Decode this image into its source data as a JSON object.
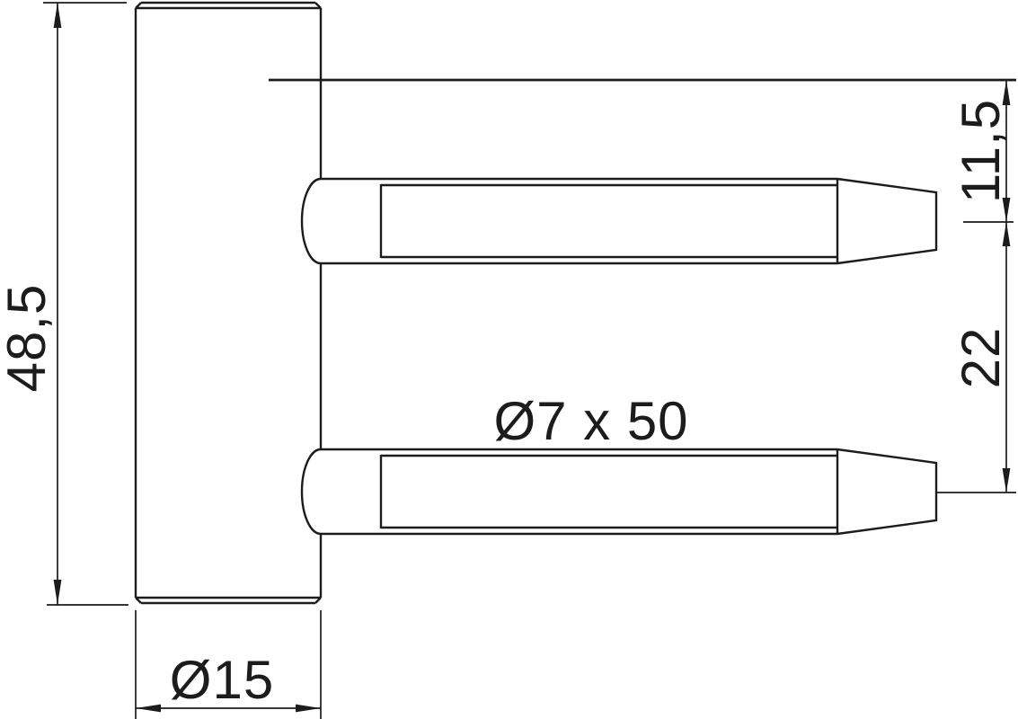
{
  "drawing": {
    "labels": {
      "overall_height": "48,5",
      "barrel_diameter": "Ø15",
      "pin_spec": "Ø7 x 50",
      "top_offset": "11,5",
      "pin_spacing": "22"
    },
    "colors": {
      "line": "#1c1c1c",
      "background": "#ffffff"
    }
  }
}
